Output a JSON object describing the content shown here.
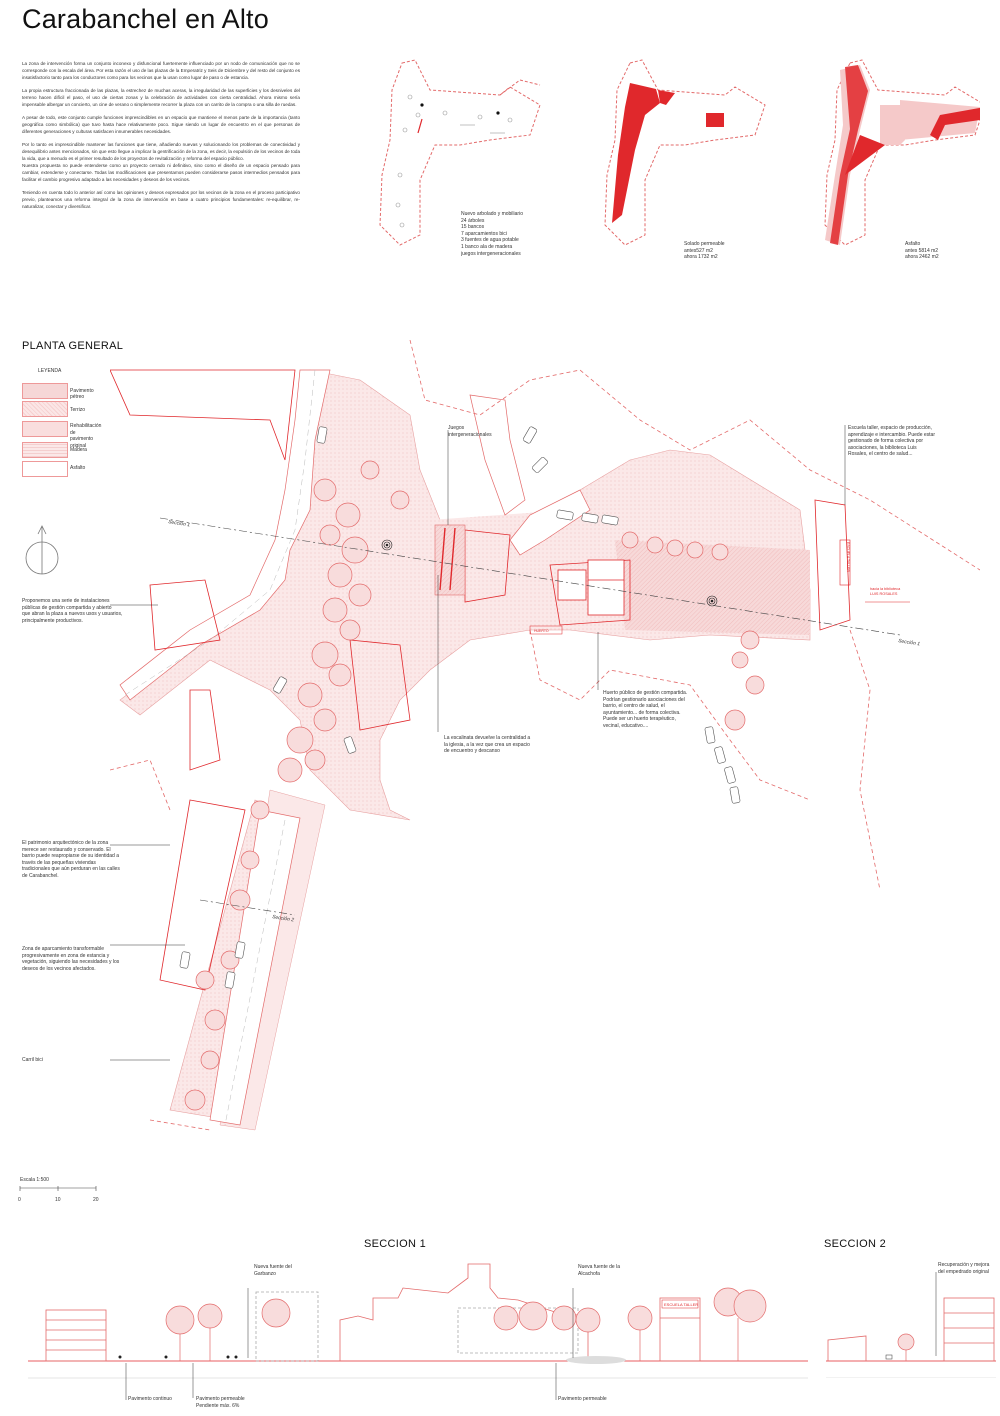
{
  "title": "Carabanchel en Alto",
  "intro_paragraphs": [
    "La zona de intervención forma un conjunto inconexo y disfuncional fuertemente influenciado por un nodo de comunicación que no se corresponde con la escala del área. Por esta razón el uso de las plazas de la Emperatriz y Seis de Diciembre y del resto del conjunto es insatisfactorio tanto para los conductores como para los vecinos que la usan como lugar de paso o de estancia.",
    "La propia estructura fraccionada de las plazas, la estrechez de muchas aceras, la irregularidad de las superficies y los desniveles del terreno hacen difícil el paso, el uso de ciertas zonas y la celebración de actividades con cierta centralidad. Ahora mismo sería impensable albergar un concierto, un cine de verano o simplemente recorrer la plaza con un carrito de la compra o una silla de ruedas.",
    "A pesar de todo, este conjunto cumple funciones imprescindibles en un espacio que mantiene el menos parte de la importancia (tanto geográfica como simbólica) que tuvo hasta hace relativamente poco. Sigue siendo un lugar de encuentro en el que personas de diferentes generaciones y culturas satisfacen innumerables necesidades.",
    "Por lo tanto es imprescindible mantener las funciones que tiene, añadiendo nuevas y solucionando los problemas de conectividad y desequilibrio antes mencionados, sin que esto llegue a implicar la gentrificación de la zona, es decir, la expulsión de los vecinos de toda la vida, que a menudo es el primer resultado de los proyectos de revitalización y reforma del espacio público.\nNuestra propuesta no puede entenderse como un proyecto cerrado ni definitivo, sino como el diseño de un espacio pensado para cambiar, extenderse y conectarse. Todas las modificaciones que presentamos pueden considerarse pasos intermedios pensados para facilitar el cambio progresivo adaptado a las necesidades y deseos de los vecinos.",
    "Teniendo en cuenta todo lo anterior así como las opiniones y deseos expresados por los vecinos de la zona en el proceso participativo previo, planteamos una reforma integral de la zona de intervención en base a cuatro principios fundamentales: re-equilibrar, re-naturalizar, conectar y diversificar."
  ],
  "diagrams": {
    "d1_label": "Nuevo arbolado y mobiliario\n24 árboles\n15 bancos\n7 aparcamientos bici\n3 fuentes de agua potable\n1 banco ala de madera\njuegos intergeneracionales",
    "d2_label": "Solado permeable\nantes527 m2\nahora 1732 m2",
    "d3_label": "Asfalto\nantes 5814 m2\nahora 2462 m2"
  },
  "plan": {
    "title": "PLANTA GENERAL",
    "legend_title": "LEYENDA",
    "legend": [
      {
        "label": "Pavimento pétreo",
        "color": "#f6d7d7"
      },
      {
        "label": "Terrizo",
        "color": "#fbe6e6"
      },
      {
        "label": "Rehabilitación de\npavimento original",
        "color": "#f9dede"
      },
      {
        "label": "Madera",
        "color": "#f4cfcf"
      },
      {
        "label": "Asfalto",
        "color": "#ffffff"
      }
    ],
    "annotations": {
      "juegos": "Juegos\nintergeneracionales",
      "escuela": "Escuela taller, espacio de producción,\naprendizaje e intercambio. Puede estar\ngestionado de forma colectiva por\nasociaciones, la biblioteca Luis\nRosales, el centro de salud...",
      "instalaciones": "Proponemos una serie de instalaciones\npúblicas de gestión compartida y abierto\nque abran la plaza a nuevos usos y usuarios,\nprincipalmente productivos.",
      "huerto": "Huerto público de gestión compartida.\nPodrían gestionarlo asociaciones del\nbarrio, el centro de salud, el\nayuntamiento... de forma colectiva.\nPuede ser un huerto terapéutico,\nvecinal, educativo....",
      "escalinata": "La escalinata devuelve la centralidad a\nla iglesia, a la vez que crea un espacio\nde encuentro y descanso",
      "patrimonio": "El patrimonio arquitectónico de la zona\nmerece ser restaurado y conservado. El\nbarrio puede reapropiarse de su identidad a\ntravés de las pequeñas viviendas\ntradicionales que aún perduran en las calles\nde Carabanchel.",
      "aparcamiento": "Zona de aparcamiento transformable\nprogresivamente en zona de estancia y\nvegetación, siguiendo las necesidades y los\ndeseos de los vecinos afectados.",
      "carril": "Carril bici",
      "hacia_biblioteca": "hacia la biblioteca\nLUIS ROSALES",
      "seccion1_a": "Sección 1",
      "seccion1_b": "Sección 1",
      "seccion2": "Sección 2",
      "escuela_taller_sign": "ESCUELA TALLER",
      "huerto_sign": "HUERTO"
    },
    "scale": {
      "label": "Escala 1:500",
      "ticks": [
        "0",
        "10",
        "20"
      ]
    }
  },
  "sections": {
    "s1_title": "SECCION 1",
    "s2_title": "SECCION 2",
    "s1_fuente_garbanzo": "Nueva fuente del\nGarbanzo",
    "s1_fuente_alcachofa": "Nueva fuente de la\nAlcachofa",
    "s1_pav_continuo": "Pavimento continuo",
    "s1_pav_permeable_pend": "Pavimento permeable\nPendiente máx. 6%",
    "s1_pav_permeable": "Pavimento permeable",
    "s1_escuela_sign": "ESCUELA TALLER",
    "s2_recuperacion": "Recuperación y mejora\ndel empedrado original"
  },
  "colors": {
    "accent": "#e0282c",
    "light": "#f5c9c9",
    "pale": "#fbe8e8",
    "line": "#e36a6a"
  }
}
